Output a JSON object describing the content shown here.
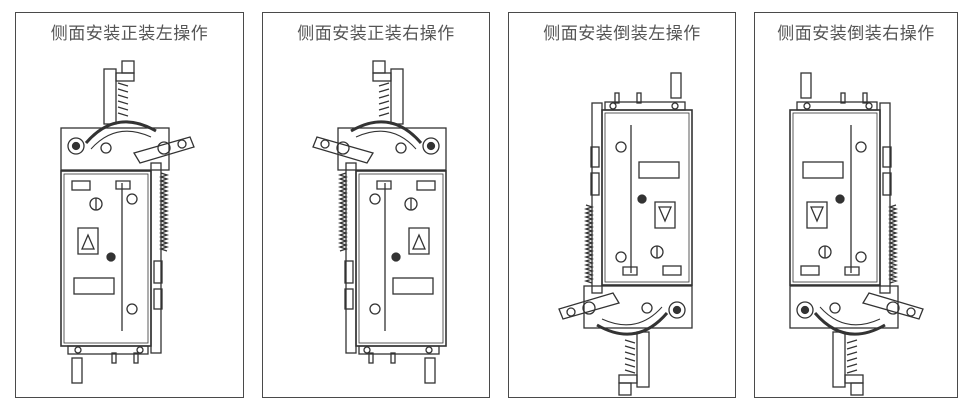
{
  "panels": [
    {
      "caption": "侧面安装正装左操作"
    },
    {
      "caption": "侧面安装正装右操作"
    },
    {
      "caption": "侧面安装倒装左操作"
    },
    {
      "caption": "侧面安装倒装右操作"
    }
  ],
  "colors": {
    "line": "#333333",
    "border": "#4a4a4a",
    "caption": "#555555"
  }
}
